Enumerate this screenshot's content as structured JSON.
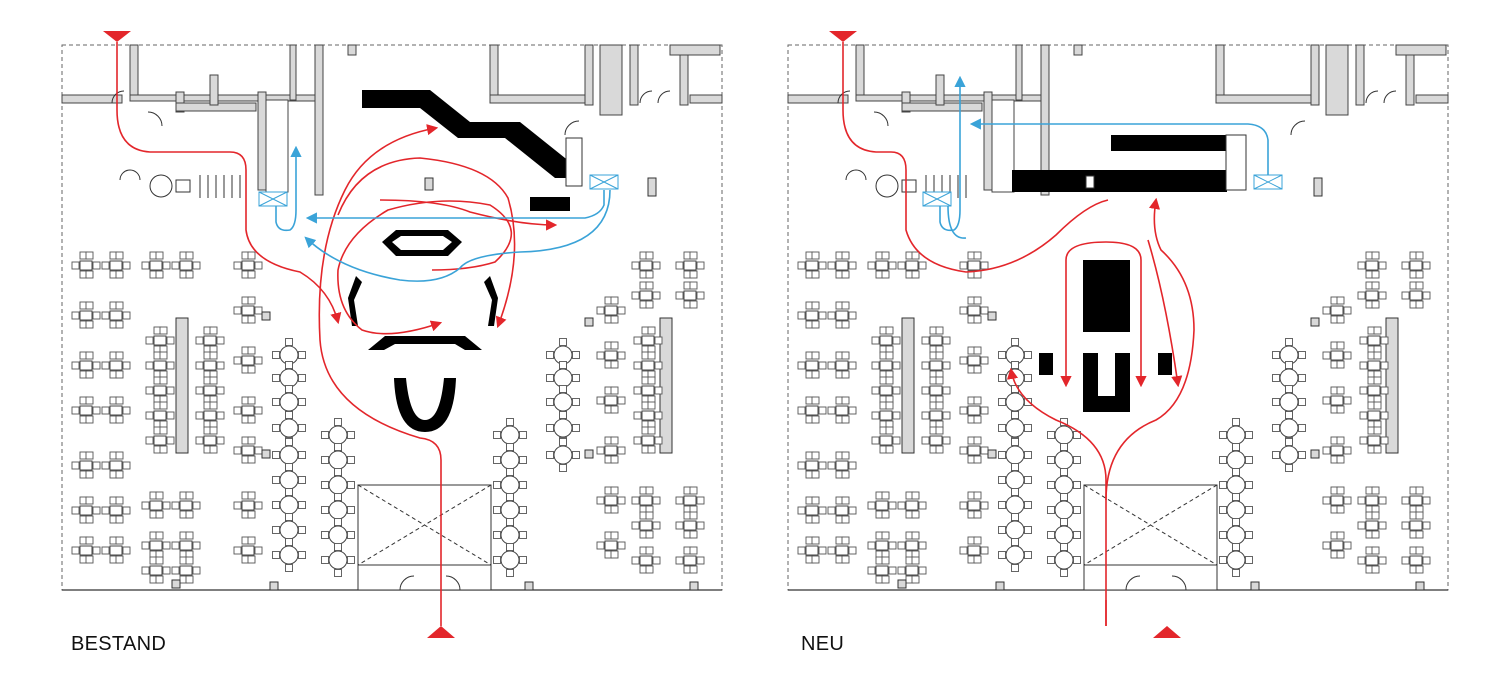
{
  "plans": [
    {
      "id": "bestand",
      "label": "BESTAND",
      "variant": "existing"
    },
    {
      "id": "neu",
      "label": "NEU",
      "variant": "new"
    }
  ],
  "colors": {
    "customer_flow": "#e3262b",
    "staff_flow": "#3aa3d8",
    "counter": "#000000",
    "wall": "#d9d9d9",
    "line": "#333333"
  }
}
